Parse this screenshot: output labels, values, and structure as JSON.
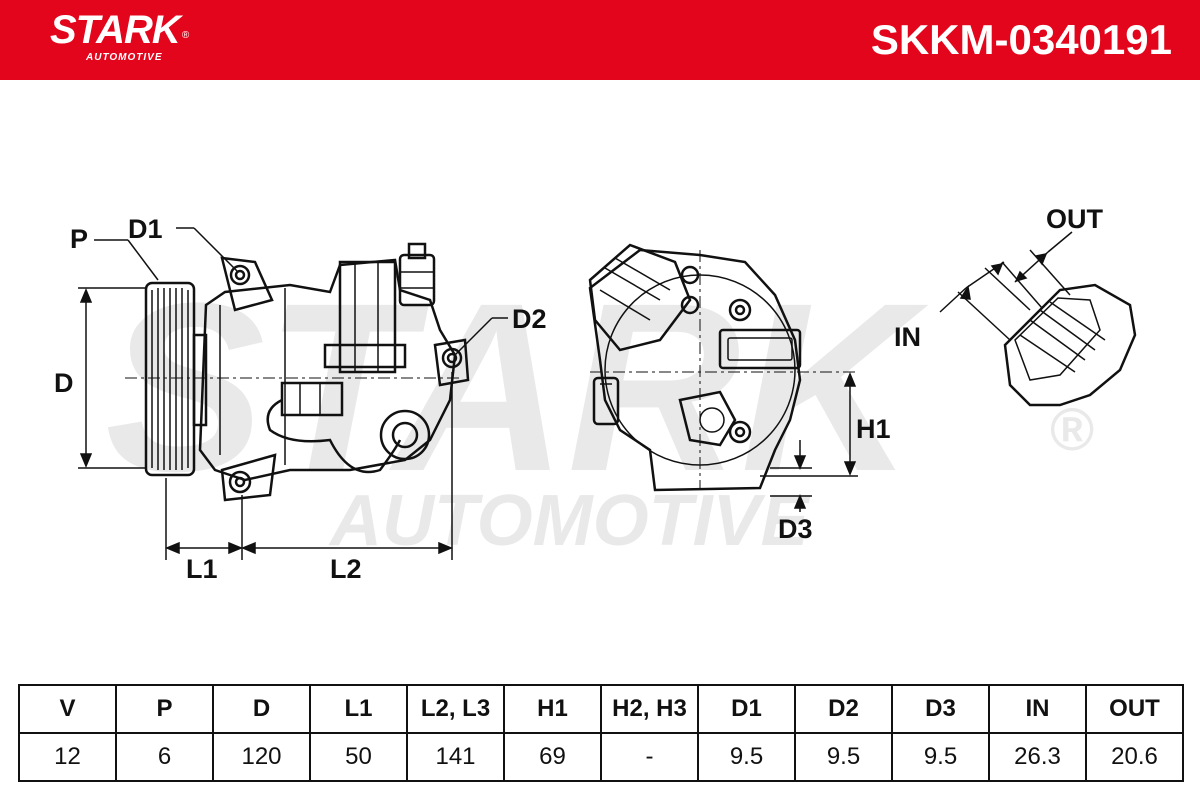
{
  "brand": {
    "name": "STARK",
    "sub": "AUTOMOTIVE",
    "registered": "®"
  },
  "part_number": "SKKM-0340191",
  "watermark": {
    "big": "STARK",
    "sub": "AUTOMOTIVE",
    "mark": "®"
  },
  "labels": {
    "p": "P",
    "d1": "D1",
    "d": "D",
    "d2": "D2",
    "l1": "L1",
    "l2": "L2",
    "h1": "H1",
    "d3": "D3",
    "in": "IN",
    "out": "OUT"
  },
  "table": {
    "headers": [
      "V",
      "P",
      "D",
      "L1",
      "L2, L3",
      "H1",
      "H2, H3",
      "D1",
      "D2",
      "D3",
      "IN",
      "OUT"
    ],
    "values": [
      "12",
      "6",
      "120",
      "50",
      "141",
      "69",
      "-",
      "9.5",
      "9.5",
      "9.5",
      "26.3",
      "20.6"
    ]
  },
  "colors": {
    "header_red": "#e3051b",
    "line": "#111111",
    "watermark": "#e9e9e9"
  }
}
